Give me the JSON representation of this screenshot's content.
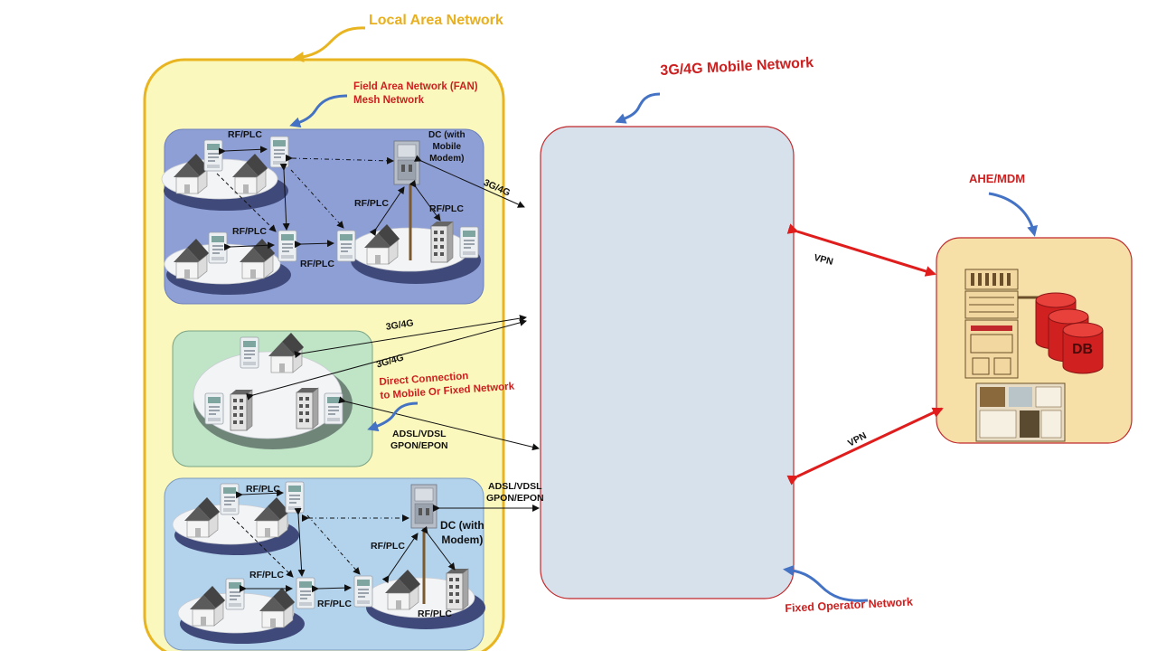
{
  "labels": {
    "local_area_network": "Local Area Network",
    "mobile_network": "3G/4G Mobile Network",
    "fan_line1": "Field Area Network (FAN)",
    "fan_line2": "Mesh Network",
    "ahe_mdm": "AHE/MDM",
    "fixed_operator_network": "Fixed Operator Network",
    "direct_line1": "Direct Connection",
    "direct_line2": "to Mobile Or  Fixed Network",
    "vpn": "VPN",
    "db": "DB"
  },
  "top_panel": {
    "rfplc": "RF/PLC",
    "dc_line1": "DC (with",
    "dc_line2": "Mobile",
    "dc_line3": "Modem)",
    "uplink": "3G/4G"
  },
  "middle_panel": {
    "uplink_a": "3G/4G",
    "uplink_b": "3G/4G",
    "fixed_line1": "ADSL/VDSL",
    "fixed_line2": "GPON/EPON"
  },
  "bottom_panel": {
    "rfplc": "RF/PLC",
    "dc_line1": "DC (with",
    "dc_line2": "Modem)",
    "fixed_line1": "ADSL/VDSL",
    "fixed_line2": "GPON/EPON"
  },
  "colors": {
    "lan_fill": "#fbf8bd",
    "lan_border": "#e8b420",
    "fan_top": "#8e9fd6",
    "direct": "#bfe4c6",
    "fan_bottom": "#b3d2ec",
    "cloud_fill": "#d7e1ec",
    "cloud_border": "#c0282b",
    "ahe_fill": "#f7e0a8",
    "vpn_arrow": "#e01d1d",
    "callout_blue": "#4472c4",
    "callout_orange": "#e8b420"
  }
}
